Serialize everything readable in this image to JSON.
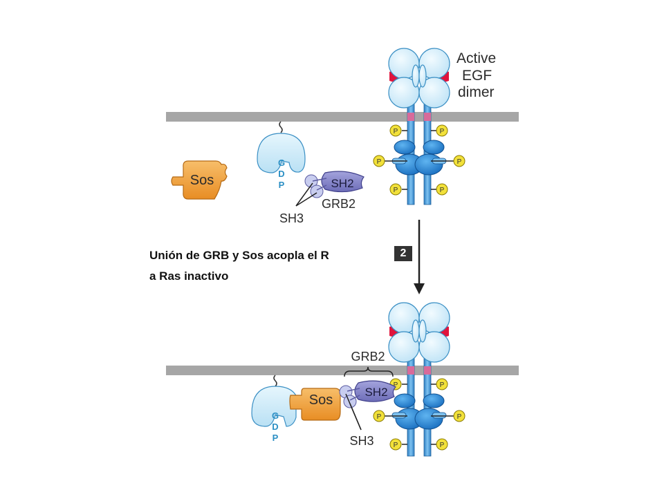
{
  "caption": {
    "line1": "Unión de GRB y Sos acopla el R",
    "line2": "a Ras inactivo"
  },
  "step_number": "2",
  "top_panel": {
    "egf_label_line1": "Active",
    "egf_label_line2": "EGF",
    "egf_label_line3": "dimer",
    "sos_label": "Sos",
    "gdp_letters": [
      "G",
      "D",
      "P"
    ],
    "sh2_label": "SH2",
    "grb2_label": "GRB2",
    "sh3_label": "SH3"
  },
  "bottom_panel": {
    "grb2_label": "GRB2",
    "sos_label": "Sos",
    "sh2_label": "SH2",
    "sh3_label": "SH3",
    "gdp_letters": [
      "G",
      "D",
      "P"
    ]
  },
  "phospho_label": "P",
  "colors": {
    "membrane": "#a6a6a6",
    "egf_ball": "#cfeaf8",
    "egf_ball_stroke": "#3a8fc4",
    "egf_ligand": "#e0143c",
    "receptor_shaft": "#3d8fd1",
    "receptor_band": "#d86a9a",
    "kinase": "#1f7fd4",
    "phosphate": "#f2e13a",
    "sos": "#f2a13c",
    "ras": "#cfeaf8",
    "gdp_text": "#2b8fc4",
    "sh2": "#7f7fc4",
    "sh3": "#c8cdef",
    "arrow": "#222222",
    "step_badge": "#333333"
  }
}
